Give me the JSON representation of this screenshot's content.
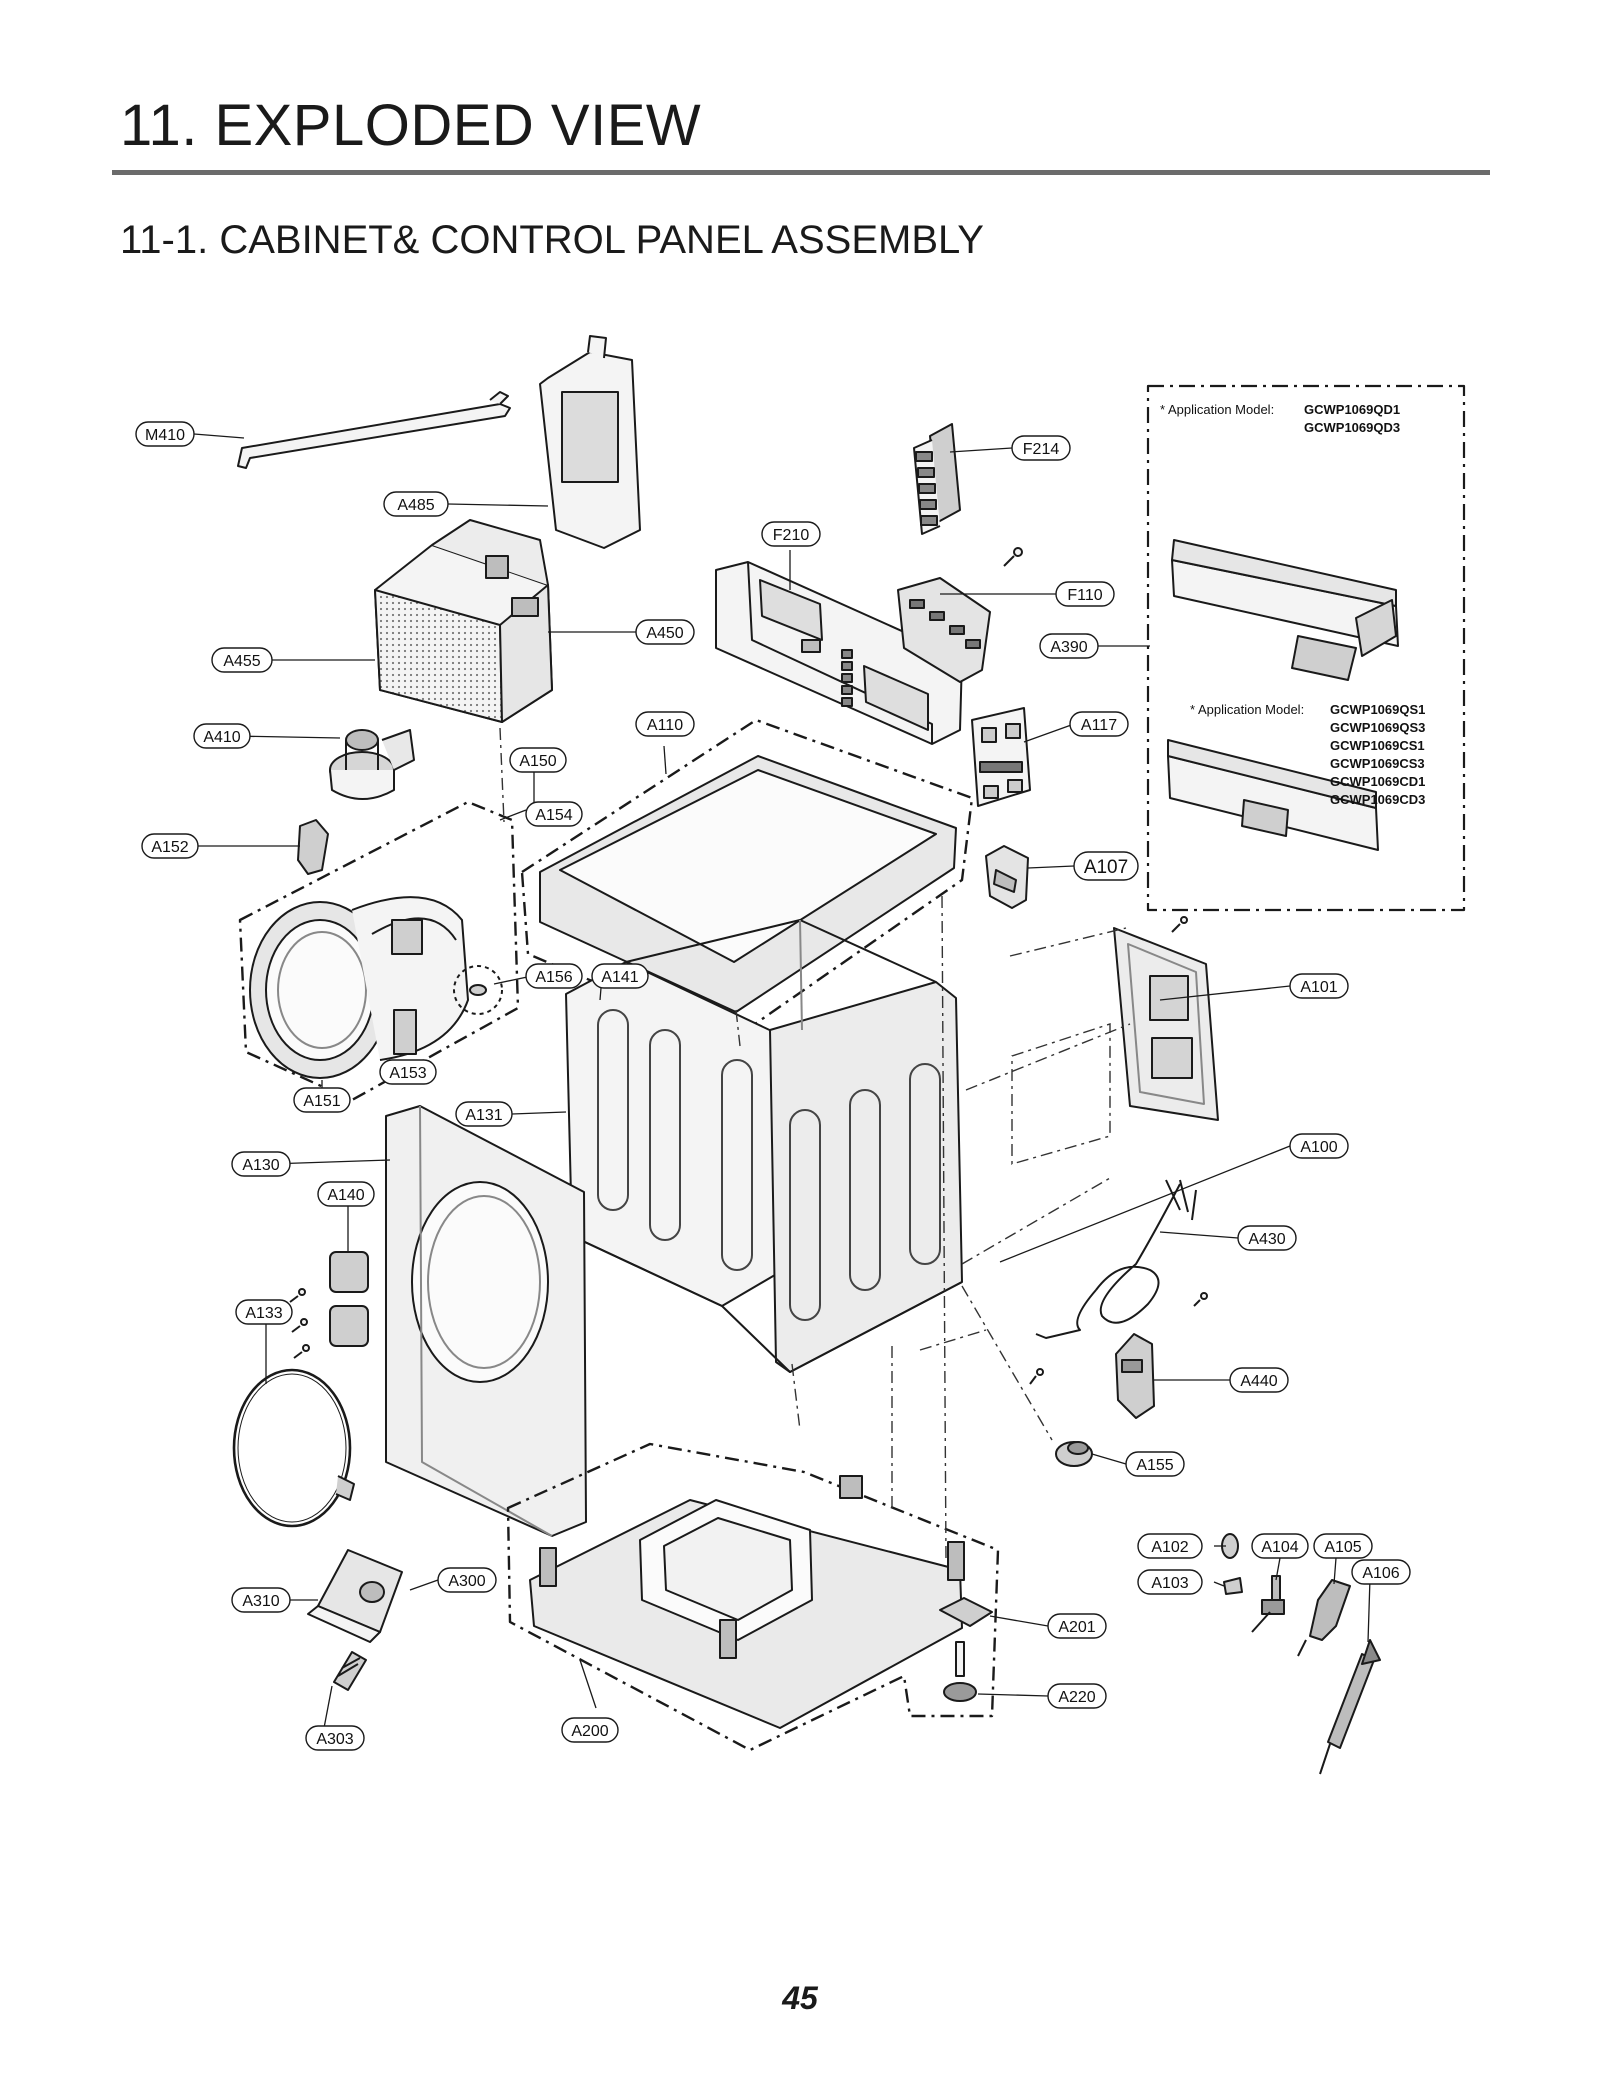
{
  "header": {
    "title": "11. EXPLODED VIEW",
    "subtitle": "11-1. CABINET& CONTROL PANEL ASSEMBLY"
  },
  "footer": {
    "page_number": "45"
  },
  "callouts": {
    "M410": "M410",
    "A485": "A485",
    "A455": "A455",
    "A450": "A450",
    "A410": "A410",
    "A150": "A150",
    "A154": "A154",
    "A152": "A152",
    "A156": "A156",
    "A141": "A141",
    "A153": "A153",
    "A151": "A151",
    "A131": "A131",
    "A130": "A130",
    "A140": "A140",
    "A133": "A133",
    "A310": "A310",
    "A300": "A300",
    "A303": "A303",
    "A200": "A200",
    "F214": "F214",
    "F210": "F210",
    "F110": "F110",
    "A390": "A390",
    "A110": "A110",
    "A117": "A117",
    "A107": "A107",
    "A101": "A101",
    "A100": "A100",
    "A430": "A430",
    "A440": "A440",
    "A155": "A155",
    "A102": "A102",
    "A104": "A104",
    "A105": "A105",
    "A106": "A106",
    "A103": "A103",
    "A201": "A201",
    "A220": "A220"
  },
  "application_box": {
    "group1_label": "* Application Model:",
    "group1_models": [
      "GCWP1069QD1",
      "GCWP1069QD3"
    ],
    "group2_label": "* Application Model:",
    "group2_models": [
      "GCWP1069QS1",
      "GCWP1069QS3",
      "GCWP1069CS1",
      "GCWP1069CS3",
      "GCWP1069CD1",
      "GCWP1069CD3"
    ]
  },
  "colors": {
    "ink": "#1a1a1a",
    "rule": "#6b6b6b",
    "part_fill": "#f2f2f2",
    "part_shade": "#c8c8c8"
  }
}
